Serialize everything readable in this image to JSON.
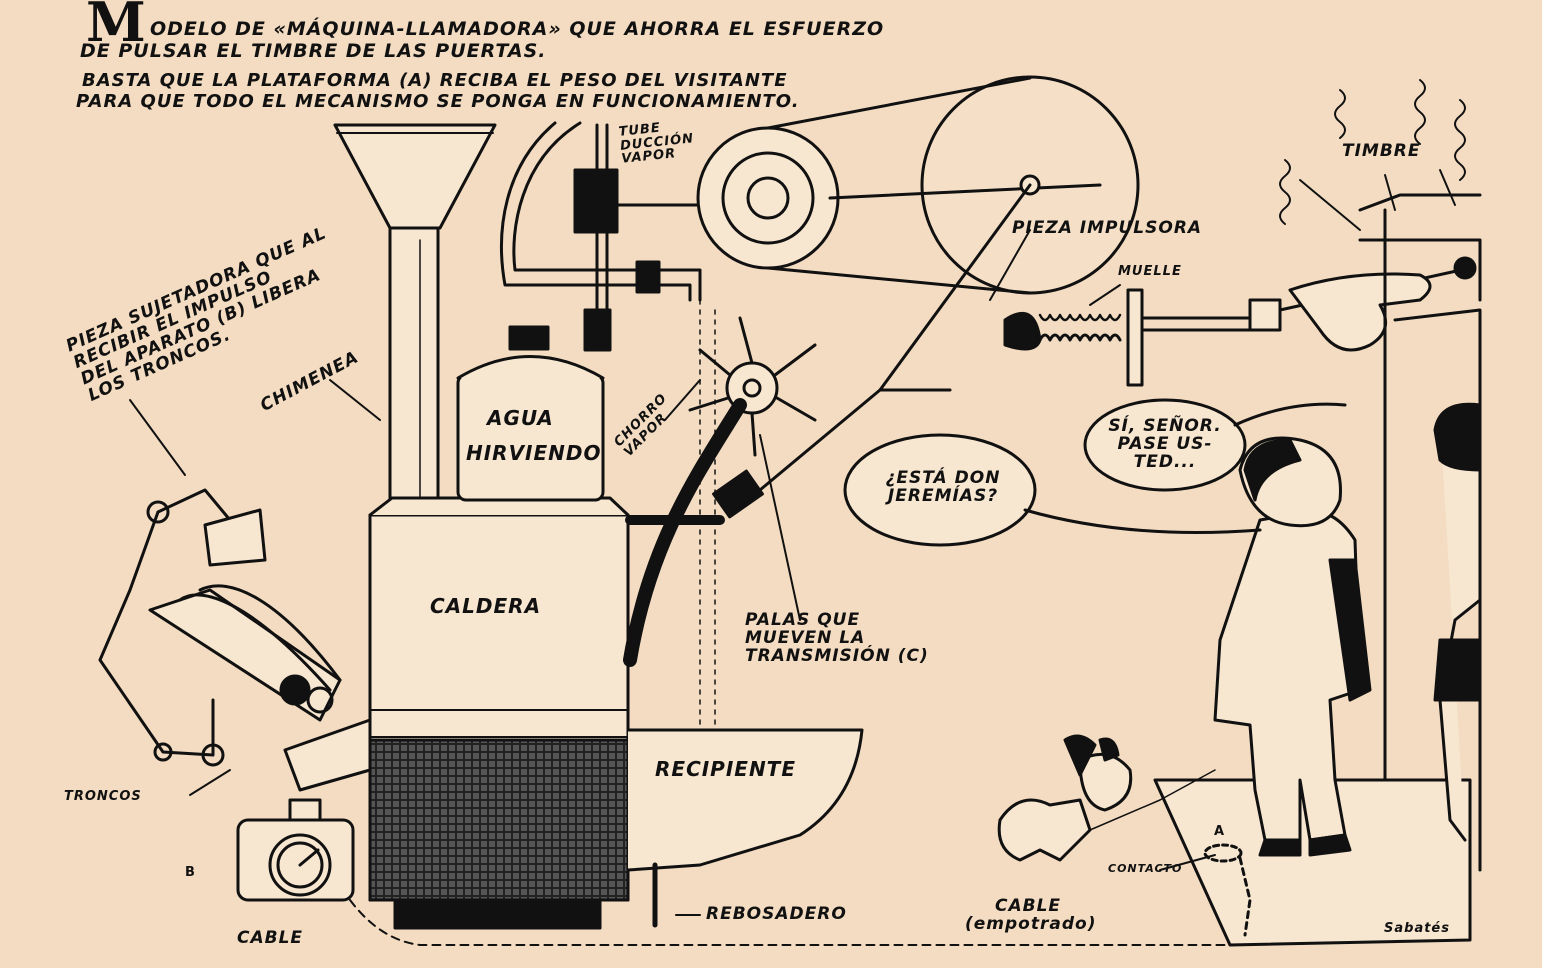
{
  "title": {
    "initial": "M",
    "line1": "ODELO DE «MÁQUINA-LLAMADORA» QUE AHORRA EL ESFUERZO",
    "line2": "DE PULSAR EL TIMBRE DE LAS PUERTAS.",
    "line3": "BASTA QUE LA PLATAFORMA (A) RECIBA EL PESO DEL VISITANTE",
    "line4": "PARA QUE TODO EL MECANISMO SE PONGA EN FUNCIONAMIENTO."
  },
  "labels": {
    "pieza_sujetadora": [
      "PIEZA SUJETADORA QUE AL",
      "RECIBIR EL IMPULSO",
      "DEL APARATO (B) LIBERA",
      "LOS TRONCOS."
    ],
    "chimenea": "CHIMENEA",
    "tuberia_vapor": [
      "TUBE",
      "DUCCIÓN",
      "VAPOR"
    ],
    "agua_hirviendo": [
      "AGUA",
      "HIRVIENDO"
    ],
    "chorro_vapor": [
      "CHORRO",
      "VAPOR"
    ],
    "pieza_impulsora": "PIEZA IMPULSORA",
    "muelle": "MUELLE",
    "timbre": "TIMBRE",
    "caldera": "CALDERA",
    "palas": [
      "PALAS QUE",
      "MUEVEN LA",
      "TRANSMISIÓN (C)"
    ],
    "recipiente": "RECIPIENTE",
    "troncos": "TRONCOS",
    "b": "B",
    "cable_left": "CABLE",
    "rebosadero": "REBOSADERO",
    "cable_right": "CABLE",
    "empotrado": "(empotrado)",
    "contacto": "CONTACTO",
    "a": "A",
    "signature": "Sabatés"
  },
  "bubbles": {
    "visitor": "¿ESTÁ DON\nJEREMÍAS?",
    "maid": "SÍ, SEÑOR.\nPASE US-\nTED..."
  },
  "colors": {
    "background": "#f3dcc1",
    "ink": "#111111"
  }
}
